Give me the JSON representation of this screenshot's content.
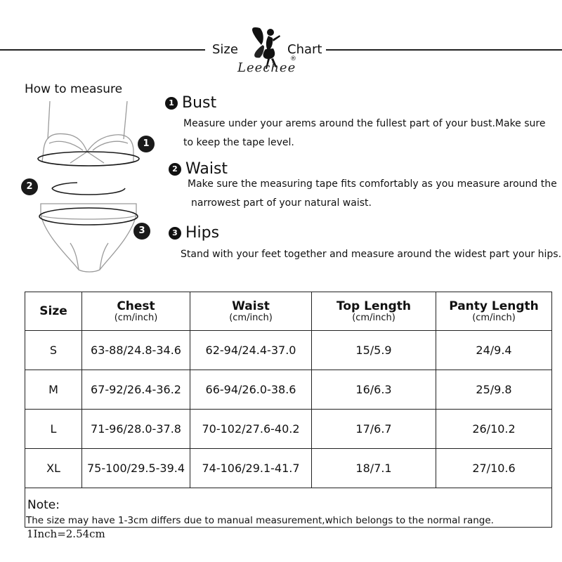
{
  "header": {
    "left_label": "Size",
    "right_label": "Chart",
    "brand": "Leechee",
    "registered": "®"
  },
  "how_to_measure": {
    "title": "How to measure",
    "markers": [
      "1",
      "2",
      "3"
    ]
  },
  "sections": [
    {
      "number": "1",
      "title": "Bust",
      "lines": [
        "Measure under your arems around the fullest part of your bust.Make sure",
        "to keep the tape level."
      ]
    },
    {
      "number": "2",
      "title": "Waist",
      "lines": [
        "Make sure the measuring tape fits comfortably as you measure around the",
        "narrowest part of your natural waist."
      ]
    },
    {
      "number": "3",
      "title": "Hips",
      "lines": [
        "Stand with your feet together and measure around the widest part your hips."
      ]
    }
  ],
  "table": {
    "headers": [
      {
        "label": "Size",
        "unit": ""
      },
      {
        "label": "Chest",
        "unit": "(cm/inch)"
      },
      {
        "label": "Waist",
        "unit": "(cm/inch)"
      },
      {
        "label": "Top Length",
        "unit": "(cm/inch)"
      },
      {
        "label": "Panty Length",
        "unit": "(cm/inch)"
      }
    ],
    "rows": [
      [
        "S",
        "63-88/24.8-34.6",
        "62-94/24.4-37.0",
        "15/5.9",
        "24/9.4"
      ],
      [
        "M",
        "67-92/26.4-36.2",
        "66-94/26.0-38.6",
        "16/6.3",
        "25/9.8"
      ],
      [
        "L",
        "71-96/28.0-37.8",
        "70-102/27.6-40.2",
        "17/6.7",
        "26/10.2"
      ],
      [
        "XL",
        "75-100/29.5-39.4",
        "74-106/29.1-41.7",
        "18/7.1",
        "27/10.6"
      ]
    ],
    "note_title": "Note:",
    "note_text": "The size may have 1-3cm differs due to manual measurement,which belongs to the normal range."
  },
  "conversion": "1Inch=2.54cm"
}
